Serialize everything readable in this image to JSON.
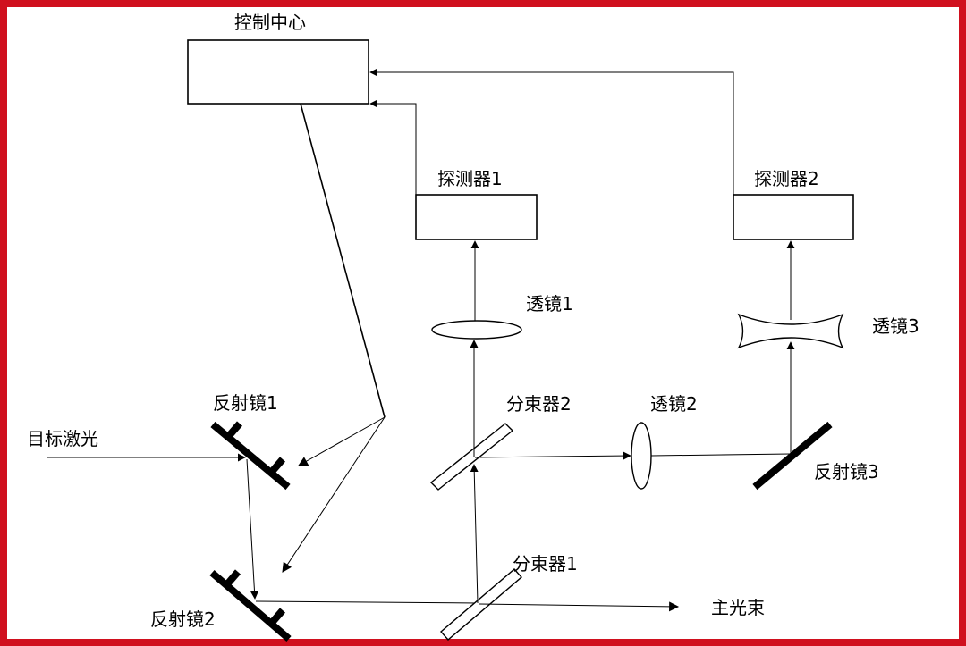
{
  "colors": {
    "frame": "#d0101e",
    "line": "#000000",
    "background": "#ffffff"
  },
  "labels": {
    "control_center": "控制中心",
    "detector1": "探测器1",
    "detector2": "探测器2",
    "lens1": "透镜1",
    "lens2": "透镜2",
    "lens3": "透镜3",
    "splitter1": "分束器1",
    "splitter2": "分束器2",
    "mirror1": "反射镜1",
    "mirror2": "反射镜2",
    "mirror3": "反射镜3",
    "target_laser": "目标激光",
    "main_beam": "主光束"
  }
}
